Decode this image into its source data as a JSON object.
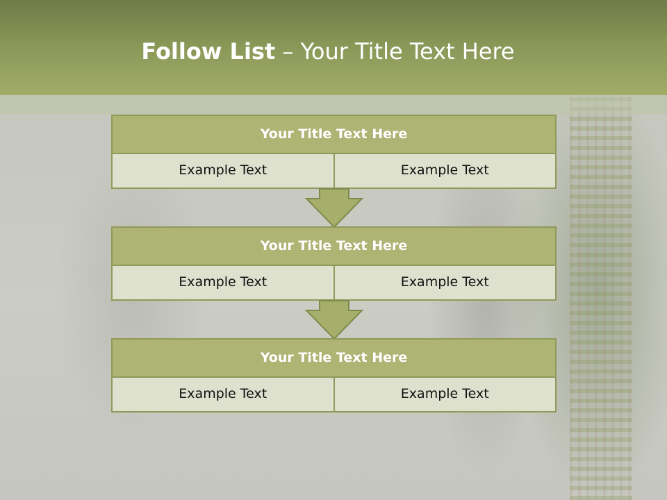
{
  "slide": {
    "title_bold": "Follow List",
    "title_separator": " – ",
    "title_rest": "Your Title Text Here"
  },
  "steps": [
    {
      "title": "Your Title Text Here",
      "left": "Example Text",
      "right": "Example Text"
    },
    {
      "title": "Your Title Text Here",
      "left": "Example Text",
      "right": "Example Text"
    },
    {
      "title": "Your Title Text Here",
      "left": "Example Text",
      "right": "Example Text"
    }
  ],
  "colors": {
    "header": "#889656",
    "title_box": "#adb474",
    "cell_box": "#dfe1cf",
    "border": "#8f9a5a"
  },
  "icons": {
    "connector": "down-arrow-icon"
  }
}
